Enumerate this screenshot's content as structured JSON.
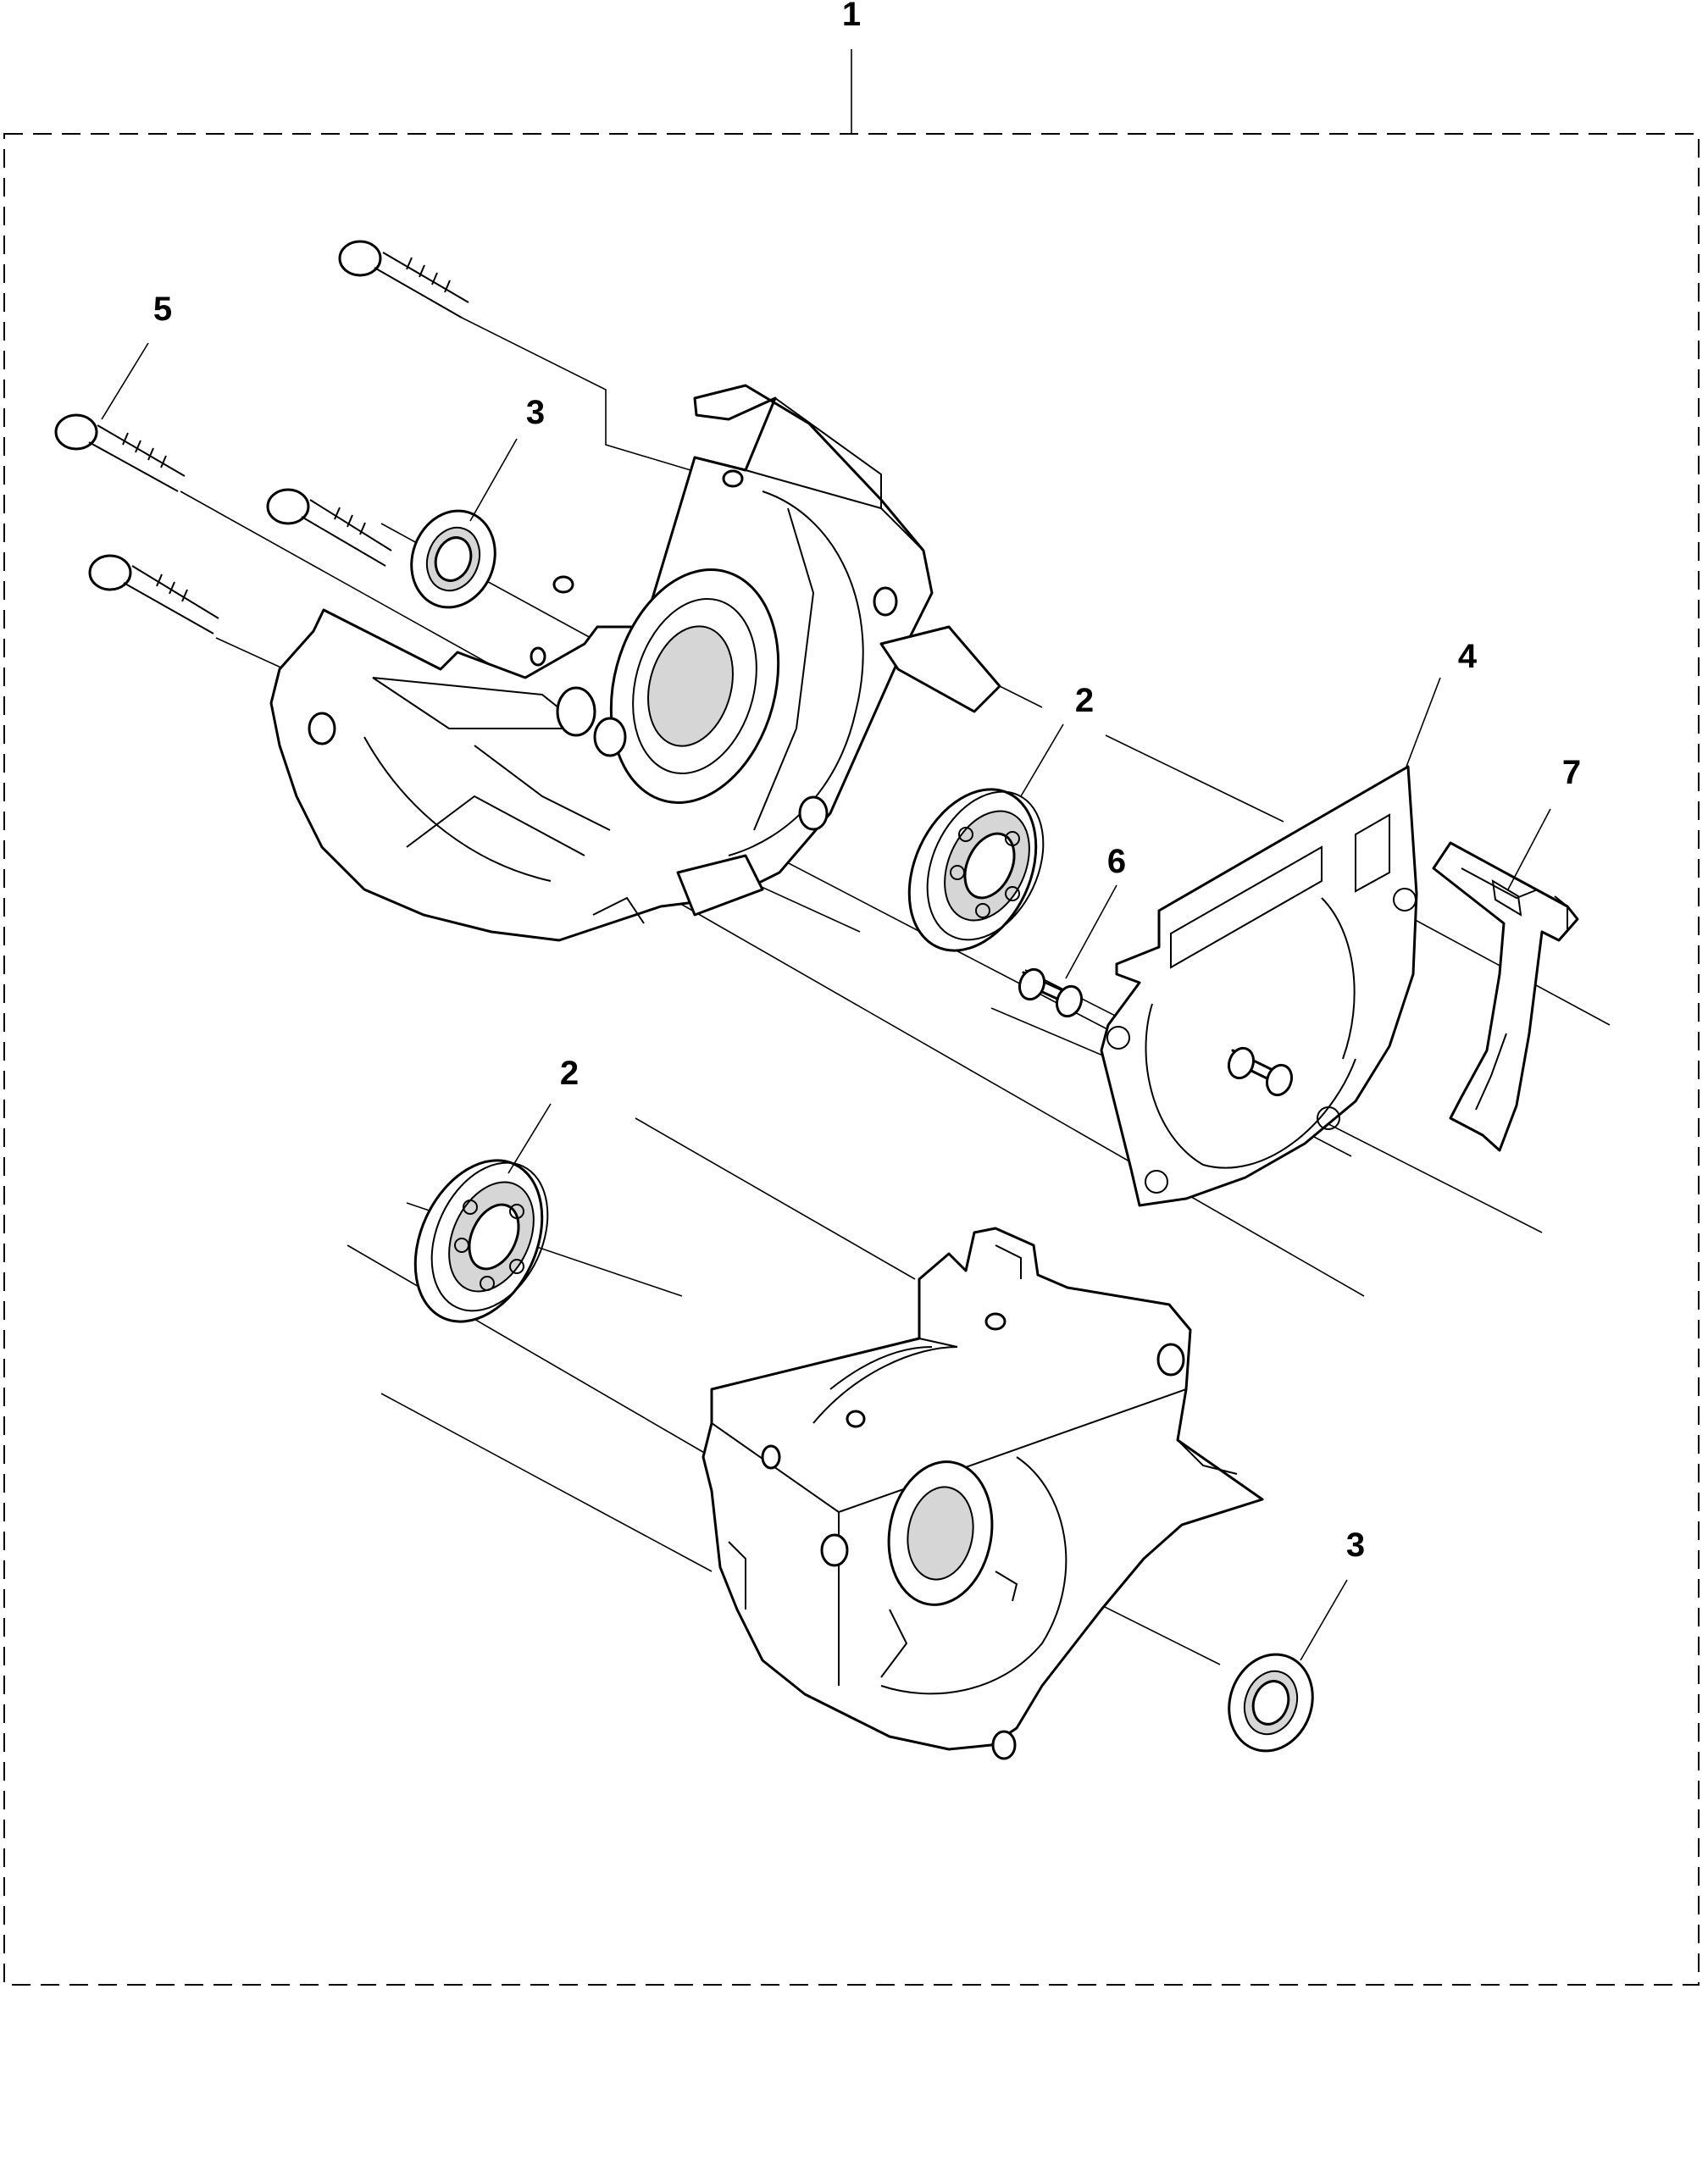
{
  "diagram": {
    "callouts": {
      "assembly": "1",
      "bearing_upper": "2",
      "bearing_lower": "2",
      "seal_upper": "3",
      "seal_lower": "3",
      "gasket": "4",
      "screw": "5",
      "dowel": "6",
      "bracket": "7"
    }
  }
}
